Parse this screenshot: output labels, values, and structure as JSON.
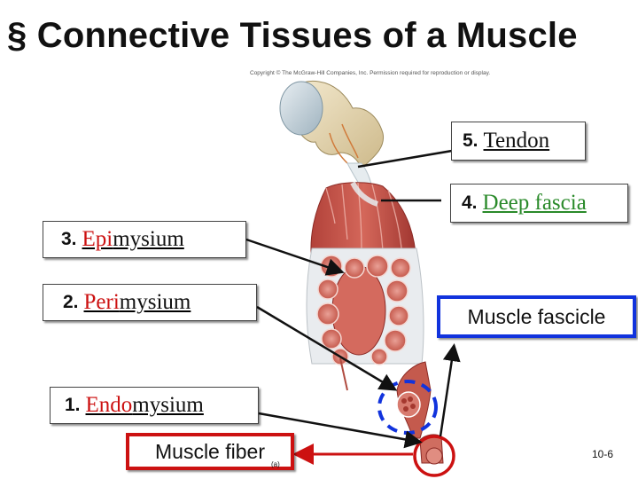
{
  "title": "§ Connective Tissues of a Muscle",
  "copyright": "Copyright © The McGraw-Hill Companies, Inc. Permission required for reproduction or display.",
  "labels": {
    "tendon": {
      "num": "5.",
      "term": "Tendon"
    },
    "deep_fascia": {
      "num": "4.",
      "term": "Deep fascia"
    },
    "epimysium": {
      "num": "3.",
      "prefix": "Epi",
      "suffix": "mysium"
    },
    "perimysium": {
      "num": "2.",
      "prefix": "Peri",
      "suffix": "mysium"
    },
    "endomysium": {
      "num": "1.",
      "prefix": "Endo",
      "suffix": "mysium"
    },
    "muscle_fascicle": "Muscle fascicle",
    "muscle_fiber": "Muscle fiber"
  },
  "figure_label": "(a)",
  "page_number": "10-6",
  "colors": {
    "red_accent": "#cc1111",
    "green_accent": "#2a8a2a",
    "blue_box": "#1133dd",
    "arrow": "#111111"
  }
}
